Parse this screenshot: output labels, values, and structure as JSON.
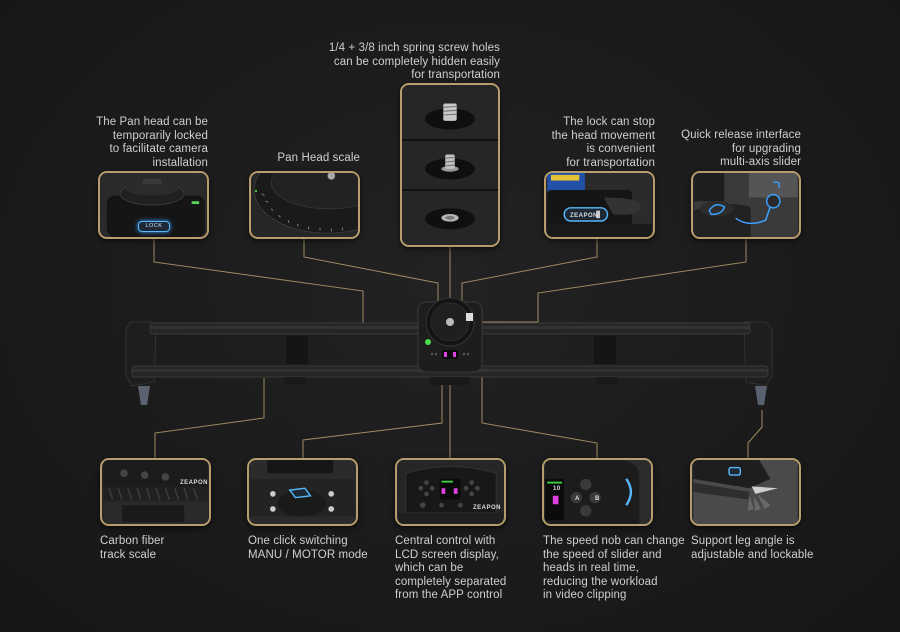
{
  "diagram": {
    "subject": "Camera slider feature callouts",
    "accent_color": "#b89c6c",
    "highlight_color": "#3aa0ff",
    "lcd_highlight_color": "#e040e0",
    "brand_label": "ZEAPON",
    "callouts_top": [
      {
        "id": "pan-lock",
        "lines": [
          "The Pan head can be",
          "temporarily locked",
          "to facilitate camera",
          "installation"
        ],
        "panel_label": "LOCK"
      },
      {
        "id": "pan-scale",
        "lines": [
          "Pan Head scale"
        ]
      },
      {
        "id": "screw-holes",
        "lines": [
          "1/4 + 3/8 inch spring screw holes",
          "can be completely hidden easily",
          "for transportation"
        ]
      },
      {
        "id": "head-lock",
        "lines": [
          "The lock can stop",
          "the head movement",
          "is convenient",
          "for transportation"
        ],
        "panel_label": "ZEAPON"
      },
      {
        "id": "quick-release",
        "lines": [
          "Quick release interface",
          "for upgrading",
          "multi-axis slider"
        ]
      }
    ],
    "callouts_bottom": [
      {
        "id": "carbon-track",
        "lines": [
          "Carbon fiber",
          "track scale"
        ],
        "panel_label": "ZEAPON"
      },
      {
        "id": "mode-switch",
        "lines": [
          "One click switching",
          "MANU / MOTOR mode"
        ]
      },
      {
        "id": "central-control",
        "lines": [
          "Central control with",
          "LCD screen display,",
          "which can be",
          "completely separated",
          "from the APP control"
        ],
        "panel_label": "ZEAPON"
      },
      {
        "id": "speed-knob",
        "lines": [
          "The speed nob can change",
          "the speed of slider and",
          "heads in real time,",
          "reducing the workload",
          "in video clipping"
        ],
        "buttons": [
          "A",
          "B"
        ],
        "lcd_value": "10"
      },
      {
        "id": "support-leg",
        "lines": [
          "Support leg angle is",
          "adjustable and lockable"
        ]
      }
    ]
  }
}
